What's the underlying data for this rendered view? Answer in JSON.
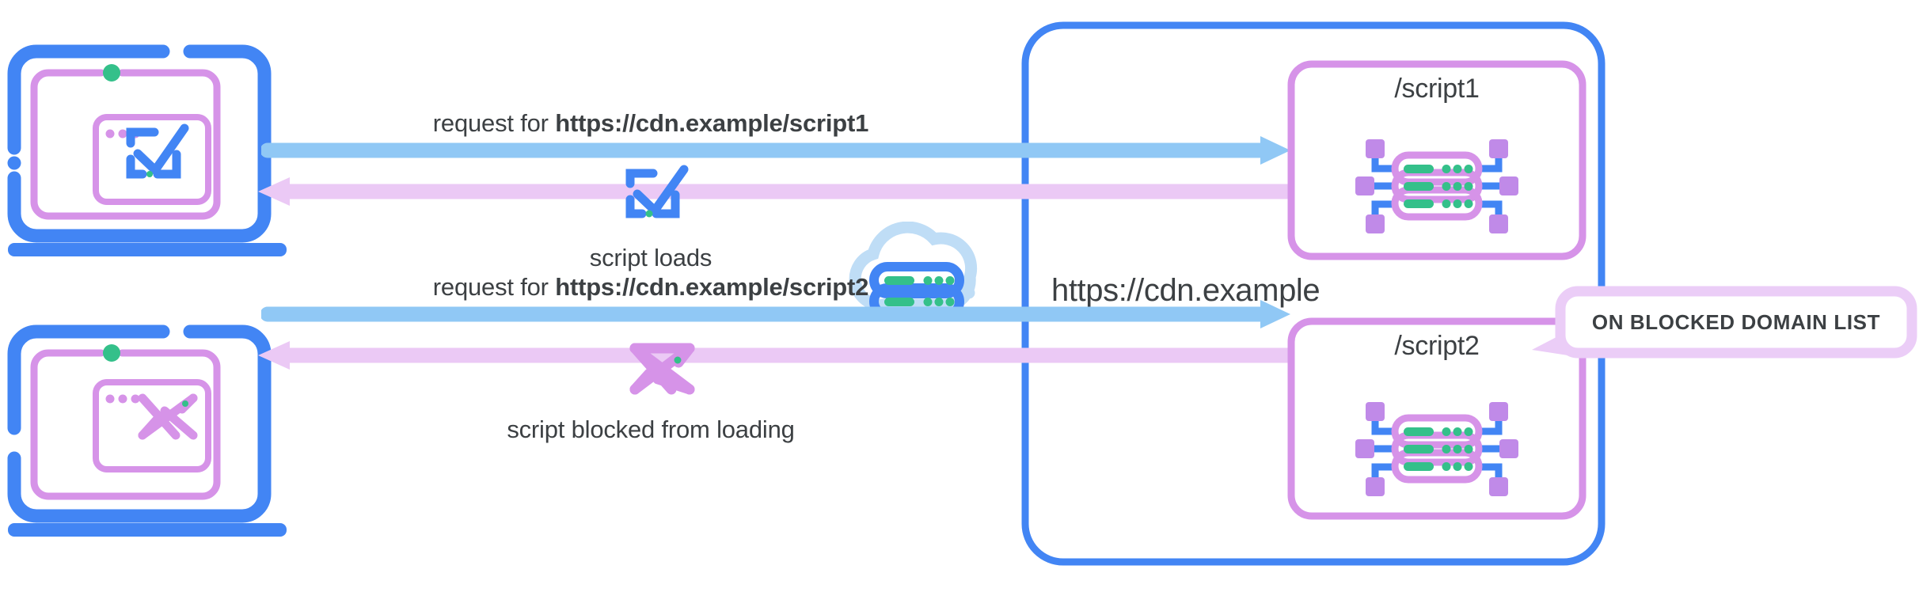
{
  "diagram": {
    "title": "CDN script blocking diagram",
    "colors": {
      "blue": "#4285F4",
      "light_blue_arrow": "#90C8F5",
      "purple": "#D693E8",
      "light_purple_arrow": "#EBC9F5",
      "callout_border": "#EBCDF7",
      "cloud_light_blue": "#BFDDF6",
      "green": "#34C08A",
      "text": "#3C4043",
      "background": "#FFFFFF"
    }
  },
  "rows": [
    {
      "id": "allowed",
      "request_prefix": "request for ",
      "request_url": "https://cdn.example/script1",
      "result_label": "script loads",
      "result_icon": "checkbox-check-icon",
      "client_icon": "laptop-with-check-icon",
      "endpoint_label": "/script1",
      "endpoint_icon": "server-rack-icon"
    },
    {
      "id": "blocked",
      "request_prefix": "request for ",
      "request_url": "https://cdn.example/script2",
      "result_label": "script blocked from loading",
      "result_icon": "cross-x-icon",
      "client_icon": "laptop-with-x-icon",
      "endpoint_label": "/script2",
      "endpoint_icon": "server-rack-icon"
    }
  ],
  "cdn": {
    "icon": "cloud-server-icon",
    "domain_label": "https://cdn.example"
  },
  "callout": {
    "text": "ON BLOCKED DOMAIN LIST",
    "points_to": "/script2"
  }
}
